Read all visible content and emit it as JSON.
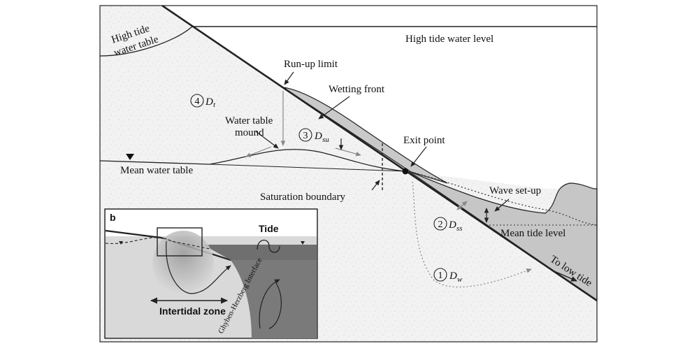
{
  "labels": {
    "high_tide_water_table_1": "High tide",
    "high_tide_water_table_2": "water table",
    "high_tide_water_level": "High tide water level",
    "run_up_limit": "Run-up limit",
    "wetting_front": "Wetting front",
    "water_table_mound_1": "Water table",
    "water_table_mound_2": "mound",
    "exit_point": "Exit point",
    "mean_water_table": "Mean water table",
    "saturation_boundary": "Saturation boundary",
    "wave_set_up": "Wave set-up",
    "mean_tide_level": "Mean tide level",
    "to_low_tide": "To low tide"
  },
  "zones": [
    {
      "number": "4",
      "symbol": "D",
      "subscript": "t"
    },
    {
      "number": "3",
      "symbol": "D",
      "subscript": "su"
    },
    {
      "number": "2",
      "symbol": "D",
      "subscript": "ss"
    },
    {
      "number": "1",
      "symbol": "D",
      "subscript": "w"
    }
  ],
  "inset": {
    "panel_letter": "b",
    "tide": "Tide",
    "intertidal_zone": "Intertidal zone",
    "interface": "Ghyben-Herzberg Interface"
  },
  "colors": {
    "sand": "#f1f1f1",
    "swash_lens": "#c9c9c9",
    "sea": "#c4c4c4",
    "inset_sea": "#6f6f6f",
    "inset_land": "#d9d9d9",
    "line": "#222222"
  }
}
